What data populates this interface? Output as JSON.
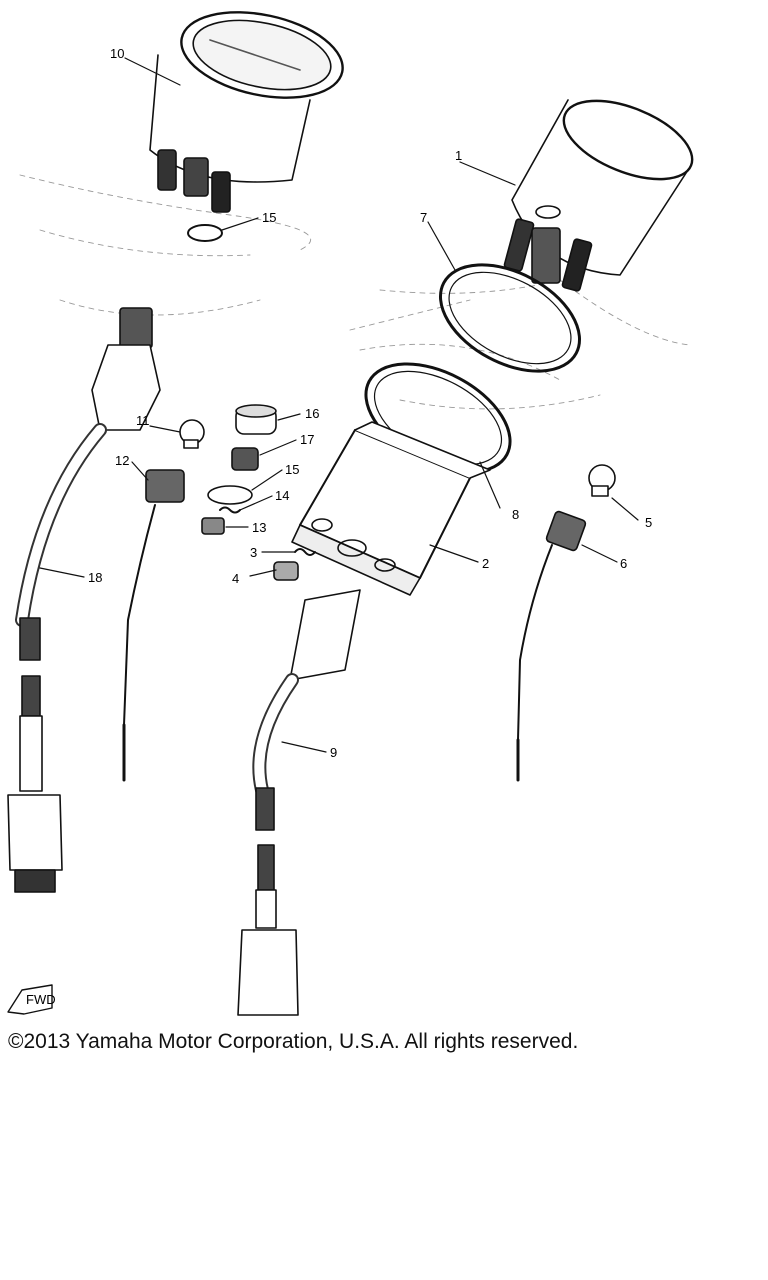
{
  "callouts": {
    "c1": "1",
    "c2": "2",
    "c3": "3",
    "c4": "4",
    "c5": "5",
    "c6": "6",
    "c7": "7",
    "c8": "8",
    "c9": "9",
    "c10": "10",
    "c11": "11",
    "c12": "12",
    "c13": "13",
    "c14": "14",
    "c15a": "15",
    "c15b": "15",
    "c16": "16",
    "c17": "17",
    "c18": "18"
  },
  "fwd_label": "FWD",
  "copyright": "©2013 Yamaha Motor Corporation, U.S.A. All rights reserved."
}
